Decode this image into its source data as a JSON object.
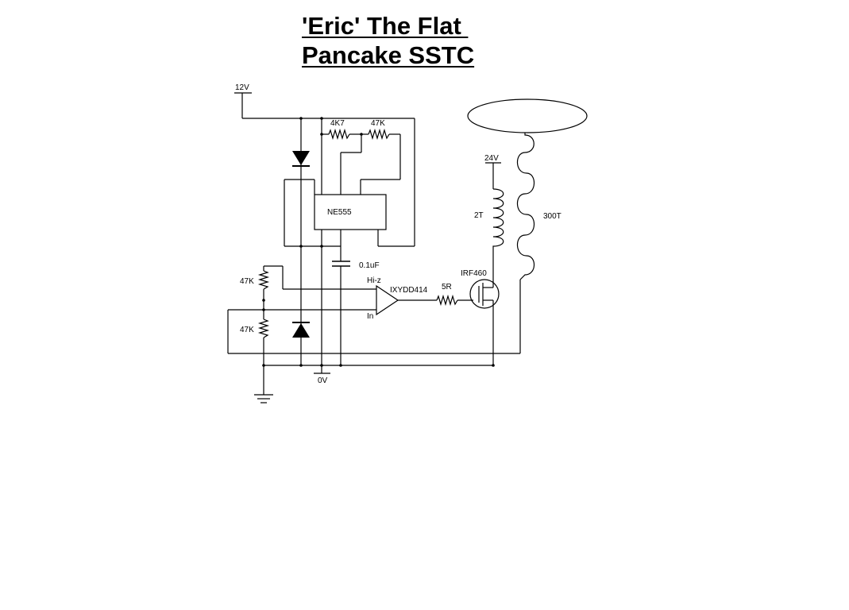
{
  "title": {
    "line1": "'Eric' The Flat ",
    "line2": "Pancake SSTC"
  },
  "labels": {
    "supply_12v": "12V",
    "r_4k7": "4K7",
    "r_47k_top": "47K",
    "ic_ne555": "NE555",
    "cap_01uf": "0.1uF",
    "driver_hiz": "Hi-z",
    "driver_name": "IXYDD414",
    "driver_in": "In",
    "r_47k_left_top": "47K",
    "r_47k_left_bottom": "47K",
    "ground_0v": "0V",
    "r_5r": "5R",
    "mosfet_name": "IRF460",
    "supply_24v": "24V",
    "primary_turns": "2T",
    "secondary_turns": "300T"
  }
}
